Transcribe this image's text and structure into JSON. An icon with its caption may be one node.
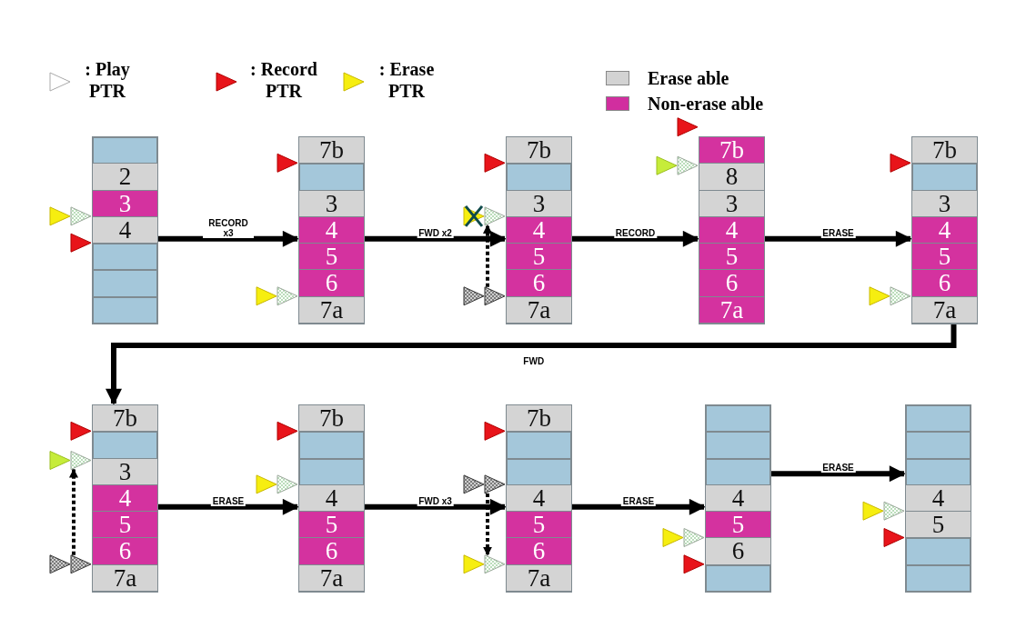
{
  "diagram": {
    "nodes": [
      {
        "text": [],
        "shape": "box"
      },
      {
        "text": [],
        "shape": "box",
        "in": 0
      },
      {
        "text": [
          "2"
        ],
        "in": 0
      },
      {
        "text": [
          "3"
        ],
        "in": 0
      },
      {
        "text": [
          "4"
        ],
        "in": 0
      },
      {
        "text": [],
        "shape": "box",
        "in": 0
      },
      {
        "text": [],
        "shape": "box",
        "in": 0
      },
      {
        "text": [],
        "shape": "box",
        "in": 0
      },
      {
        "text": [],
        "shape": "box"
      },
      {
        "text": [
          "7b"
        ],
        "in": 8
      },
      {
        "text": [],
        "shape": "box",
        "in": 8
      },
      {
        "text": [
          "3"
        ],
        "in": 8
      },
      {
        "text": [
          "4"
        ],
        "in": 8
      },
      {
        "text": [
          "5"
        ],
        "in": 8
      },
      {
        "text": [
          "6"
        ],
        "in": 8
      },
      {
        "text": [
          "7a"
        ],
        "in": 8
      },
      {
        "text": [],
        "shape": "box"
      },
      {
        "text": [
          "7b"
        ],
        "in": 16
      },
      {
        "text": [],
        "shape": "box",
        "in": 16
      },
      {
        "text": [
          "3"
        ],
        "in": 16
      },
      {
        "text": [
          "4"
        ],
        "in": 16
      },
      {
        "text": [
          "5"
        ],
        "in": 16
      },
      {
        "text": [
          "6"
        ],
        "in": 16
      },
      {
        "text": [
          "7a"
        ],
        "in": 16
      },
      {
        "text": [],
        "shape": "box"
      },
      {
        "text": [
          "7b"
        ],
        "in": 24
      },
      {
        "text": [
          "8"
        ],
        "in": 24
      },
      {
        "text": [
          "3"
        ],
        "in": 24
      },
      {
        "text": [
          "4"
        ],
        "in": 24
      },
      {
        "text": [
          "5"
        ],
        "in": 24
      },
      {
        "text": [
          "6"
        ],
        "in": 24
      },
      {
        "text": [
          "7a"
        ],
        "in": 24
      },
      {
        "text": [],
        "shape": "box"
      },
      {
        "text": [
          "7b"
        ],
        "in": 32
      },
      {
        "text": [],
        "shape": "box",
        "in": 32
      },
      {
        "text": [
          "3"
        ],
        "in": 32
      },
      {
        "text": [
          "4"
        ],
        "in": 32
      },
      {
        "text": [
          "5"
        ],
        "in": 32
      },
      {
        "text": [
          "6"
        ],
        "in": 32
      },
      {
        "text": [
          "7a"
        ],
        "in": 32
      },
      {
        "text": [],
        "shape": "box"
      },
      {
        "text": [
          "7b"
        ],
        "in": 40
      },
      {
        "text": [],
        "shape": "box",
        "in": 40
      },
      {
        "text": [
          "3"
        ],
        "in": 40
      },
      {
        "text": [
          "4"
        ],
        "in": 40
      },
      {
        "text": [
          "5"
        ],
        "in": 40
      },
      {
        "text": [
          "6"
        ],
        "in": 40
      },
      {
        "text": [
          "7a"
        ],
        "in": 40
      },
      {
        "text": [],
        "shape": "box"
      },
      {
        "text": [
          "7b"
        ],
        "in": 48
      },
      {
        "text": [],
        "shape": "box",
        "in": 48
      },
      {
        "text": [],
        "shape": "box",
        "in": 48
      },
      {
        "text": [
          "4"
        ],
        "in": 48
      },
      {
        "text": [
          "5"
        ],
        "in": 48
      },
      {
        "text": [
          "6"
        ],
        "in": 48
      },
      {
        "text": [
          "7a"
        ],
        "in": 48
      },
      {
        "text": [],
        "shape": "box"
      },
      {
        "text": [
          "7b"
        ],
        "in": 56
      },
      {
        "text": [],
        "shape": "box",
        "in": 56
      },
      {
        "text": [],
        "shape": "box",
        "in": 56
      },
      {
        "text": [
          "4"
        ],
        "in": 56
      },
      {
        "text": [
          "5"
        ],
        "in": 56
      },
      {
        "text": [
          "6"
        ],
        "in": 56
      },
      {
        "text": [
          "7a"
        ],
        "in": 56
      },
      {
        "text": [],
        "shape": "box"
      },
      {
        "text": [],
        "shape": "box",
        "in": 64
      },
      {
        "text": [],
        "shape": "box",
        "in": 64
      },
      {
        "text": [],
        "shape": "box",
        "in": 64
      },
      {
        "text": [
          "4"
        ],
        "in": 64
      },
      {
        "text": [
          "5"
        ],
        "in": 64
      },
      {
        "text": [
          "6"
        ],
        "in": 64
      },
      {
        "text": [],
        "shape": "box",
        "in": 64
      },
      {
        "text": [],
        "shape": "box"
      },
      {
        "text": [],
        "shape": "box",
        "in": 72
      },
      {
        "text": [],
        "shape": "box",
        "in": 72
      },
      {
        "text": [],
        "shape": "box",
        "in": 72
      },
      {
        "text": [
          "4"
        ],
        "in": 72
      },
      {
        "text": [
          "5"
        ],
        "in": 72
      },
      {
        "text": [],
        "shape": "box",
        "in": 72
      },
      {
        "text": [],
        "shape": "box",
        "in": 72
      },
      {
        "text": [],
        "shape": "triangle"
      },
      {
        "text": [],
        "shape": "triangle"
      },
      {
        "text": [],
        "shape": "triangle"
      },
      {
        "text": [],
        "shape": "triangle"
      },
      {
        "text": [],
        "shape": "triangle"
      },
      {
        "text": [],
        "shape": "triangle"
      },
      {
        "text": [],
        "shape": "triangle"
      },
      {
        "text": [],
        "shape": "triangle"
      },
      {
        "text": [],
        "shape": "triangle"
      },
      {
        "text": [],
        "shape": "triangle"
      },
      {
        "text": [],
        "shape": "triangle"
      },
      {
        "text": [],
        "shape": "triangle"
      },
      {
        "text": [],
        "shape": "triangle"
      },
      {
        "text": [],
        "shape": "triangle"
      },
      {
        "text": [],
        "shape": "triangle"
      },
      {
        "text": [],
        "shape": "triangle"
      },
      {
        "text": [],
        "shape": "triangle"
      },
      {
        "text": [],
        "shape": "triangle"
      },
      {
        "text": [],
        "shape": "triangle"
      },
      {
        "text": [],
        "shape": "triangle"
      },
      {
        "text": [],
        "shape": "triangle"
      },
      {
        "text": [],
        "shape": "triangle"
      },
      {
        "text": [],
        "shape": "triangle"
      },
      {
        "text": [],
        "shape": "triangle"
      },
      {
        "text": [],
        "shape": "triangle"
      },
      {
        "text": [],
        "shape": "triangle"
      },
      {
        "text": [],
        "shape": "triangle"
      },
      {
        "text": [],
        "shape": "triangle"
      },
      {
        "text": [],
        "shape": "triangle"
      },
      {
        "text": [],
        "shape": "triangle"
      },
      {
        "text": [],
        "shape": "triangle"
      },
      {
        "text": [],
        "shape": "triangle"
      },
      {
        "text": [],
        "shape": "triangle"
      },
      {
        "text": [],
        "shape": "triangle"
      },
      {
        "text": [],
        "shape": "triangle"
      },
      {
        "text": [],
        "shape": "triangle"
      }
    ],
    "edges": [
      {
        "from": 0,
        "to": 8,
        "arrow": "to",
        "label": "RECORD x3"
      },
      {
        "from": 8,
        "to": 16,
        "arrow": "to",
        "label": "FWD x2"
      },
      {
        "from": 90,
        "to": 88,
        "arrow": "to",
        "style": "dashed"
      },
      {
        "from": 16,
        "to": 24,
        "arrow": "to",
        "label": "RECORD"
      },
      {
        "from": 24,
        "to": 32,
        "arrow": "to",
        "label": "ERASE"
      },
      {
        "from": 32,
        "to": 40,
        "arrow": "to",
        "label": "FWD"
      },
      {
        "from": 101,
        "to": 99,
        "arrow": "to",
        "style": "dashed"
      },
      {
        "from": 40,
        "to": 48,
        "arrow": "to",
        "label": "ERASE"
      },
      {
        "from": 48,
        "to": 56,
        "arrow": "to",
        "label": "FWD x3"
      },
      {
        "from": 107,
        "to": 109,
        "arrow": "to",
        "style": "dashed"
      },
      {
        "from": 56,
        "to": 64,
        "arrow": "to",
        "label": "ERASE"
      },
      {
        "from": 64,
        "to": 72,
        "arrow": "to",
        "label": "ERASE"
      }
    ],
    "legend": [
      {
        "text": ": Play PTR"
      },
      {
        "text": ": Record PTR"
      },
      {
        "text": ": Erase PTR"
      },
      {
        "text": "Erase able",
        "color": "#d3d3d3"
      },
      {
        "text": "Non-erase able",
        "color": "#d12e9f"
      }
    ]
  }
}
